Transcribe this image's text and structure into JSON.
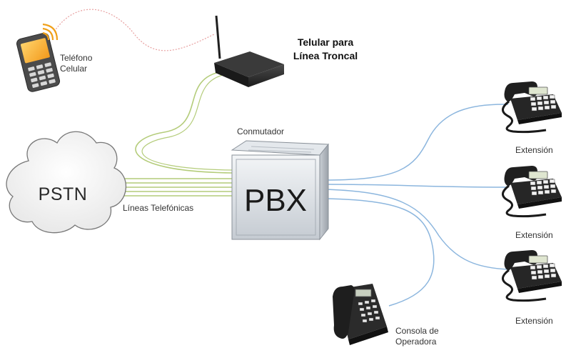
{
  "labels": {
    "cellphone": [
      "Teléfono",
      "Celular"
    ],
    "telular": [
      "Telular para",
      "Línea Troncal"
    ],
    "switch": "Conmutador",
    "pstn": "PSTN",
    "pbx": "PBX",
    "lines": "Líneas Telefónicas",
    "extension": "Extensión",
    "console": [
      "Consola de",
      "Operadora"
    ]
  },
  "colors": {
    "trunk_lines": "#b4cc7a",
    "extension_lines": "#8cb6de",
    "wireless_link": "#e8a0a0",
    "cloud_fill": "#f4f4f4",
    "cloud_stroke": "#777777",
    "phone_body": "#2b2b2b",
    "pbx_body": "#d9dde2"
  }
}
